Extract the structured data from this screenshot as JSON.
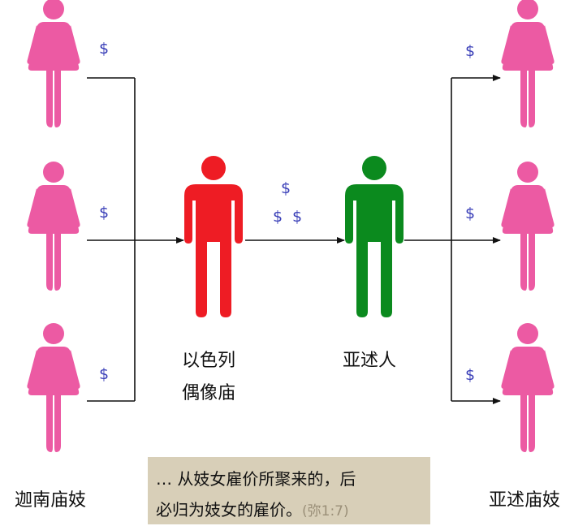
{
  "labels": {
    "left_group": "迦南庙妓",
    "right_group": "亚述庙妓",
    "temple_line1": "以色列",
    "temple_line2": "偶像庙",
    "assyria": "亚述人"
  },
  "money_symbol": "$",
  "quote": {
    "line1": "… 从妓女雇价所聚来的，后",
    "line2_main": "必归为妓女的雇价。",
    "line2_ref": "(弥1:7)"
  },
  "colors": {
    "woman": "#ec5aa3",
    "temple_man": "#ee1c24",
    "assyria_man": "#0b8a1e",
    "dollar": "#3a3fb8",
    "quote_bg": "#d8cfb8",
    "arrow": "#111111"
  },
  "icons": {
    "woman": "woman-figure-icon",
    "man": "man-figure-icon"
  }
}
